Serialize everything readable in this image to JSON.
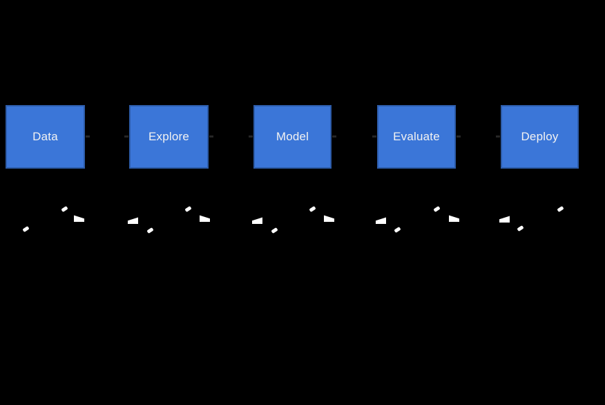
{
  "canvas": {
    "background_color": "#000000"
  },
  "pipeline": {
    "type": "flowchart",
    "direction": "left-to-right",
    "nodes": [
      {
        "id": "data",
        "label": "Data"
      },
      {
        "id": "explore",
        "label": "Explore"
      },
      {
        "id": "model",
        "label": "Model"
      },
      {
        "id": "evaluate",
        "label": "Evaluate"
      },
      {
        "id": "deploy",
        "label": "Deploy"
      }
    ],
    "style": {
      "node_fill": "#3b76d8",
      "node_border": "#2d5ca9",
      "node_text_color": "#f2f2f2",
      "arrow_marker_color": "#ffffff",
      "edge_stub_color": "#262626"
    }
  }
}
